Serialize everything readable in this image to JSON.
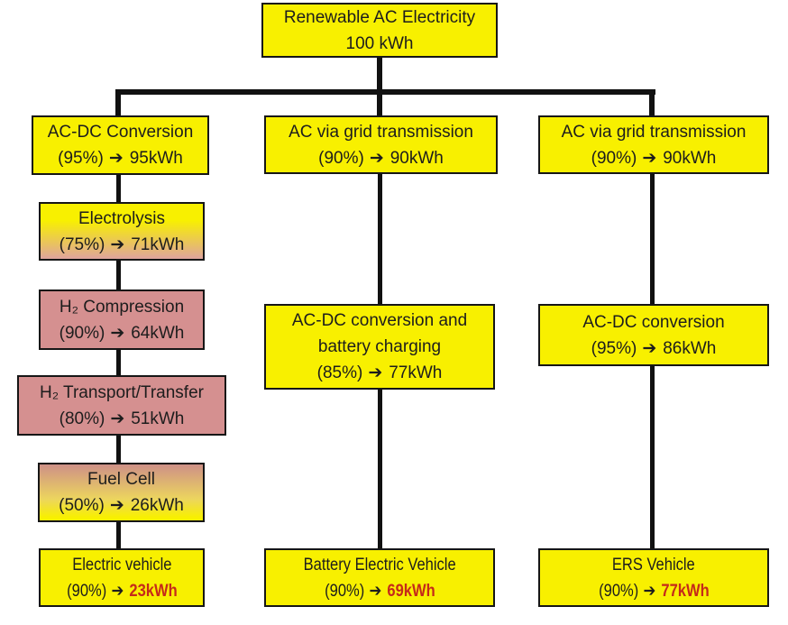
{
  "arrow": "➔",
  "colors": {
    "box_yellow": "#F8F000",
    "box_pink": "#D59090",
    "pink_gradient_light": "#DFA49E",
    "pink_gradient_dark": "#CE9087",
    "highlight_red": "#C52A1A",
    "connector_black": "#111111"
  },
  "boxes": {
    "source": {
      "lines": [
        "Renewable AC Electricity",
        "100 kWh"
      ]
    },
    "h2_acdc": {
      "lines": [
        "AC-DC Conversion"
      ],
      "stat": {
        "pct": "(95%)",
        "value": "95kWh"
      }
    },
    "electrolysis": {
      "lines": [
        "Electrolysis"
      ],
      "stat": {
        "pct": "(75%)",
        "value": "71kWh"
      }
    },
    "h2_compression": {
      "lines": [
        "H₂ Compression"
      ],
      "stat": {
        "pct": "(90%)",
        "value": "64kWh"
      }
    },
    "h2_transport": {
      "lines": [
        "H₂ Transport/Transfer"
      ],
      "stat": {
        "pct": "(80%)",
        "value": "51kWh"
      }
    },
    "fuel_cell": {
      "lines": [
        "Fuel Cell"
      ],
      "stat": {
        "pct": "(50%)",
        "value": "26kWh"
      }
    },
    "electric_vehicle": {
      "lines": [
        "Electric vehicle"
      ],
      "stat": {
        "pct": "(90%)",
        "value": "23kWh",
        "highlight": true
      }
    },
    "bev_grid": {
      "lines": [
        "AC via grid transmission"
      ],
      "stat": {
        "pct": "(90%)",
        "value": "90kWh"
      }
    },
    "bev_charging": {
      "lines": [
        "AC-DC conversion and",
        "battery charging"
      ],
      "stat": {
        "pct": "(85%)",
        "value": "77kWh"
      }
    },
    "bev_vehicle": {
      "lines": [
        "Battery Electric Vehicle"
      ],
      "stat": {
        "pct": "(90%)",
        "value": "69kWh",
        "highlight": true
      }
    },
    "ers_grid": {
      "lines": [
        "AC via grid transmission"
      ],
      "stat": {
        "pct": "(90%)",
        "value": "90kWh"
      }
    },
    "ers_acdc": {
      "lines": [
        "AC-DC conversion"
      ],
      "stat": {
        "pct": "(95%)",
        "value": "86kWh"
      }
    },
    "ers_vehicle": {
      "lines": [
        "ERS Vehicle"
      ],
      "stat": {
        "pct": "(90%)",
        "value": "77kWh",
        "highlight": true
      }
    }
  }
}
